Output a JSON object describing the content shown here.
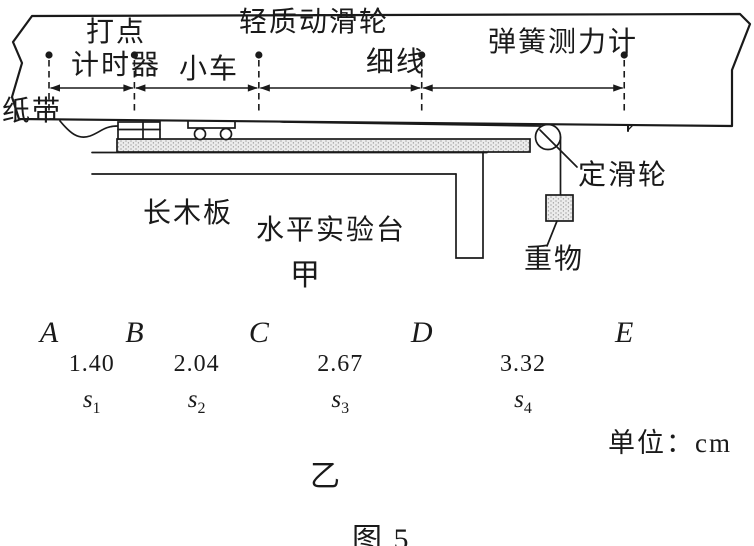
{
  "figure": {
    "caption_top": "甲",
    "caption_bottom": "乙",
    "figure_number": "图 5",
    "unit_note": "单位：cm"
  },
  "apparatus_labels": {
    "paper_tape": "纸带",
    "ticker_timer_line1": "打点",
    "ticker_timer_line2": "计时器",
    "cart": "小车",
    "movable_pulley": "轻质动滑轮",
    "thin_string": "细线",
    "spring_scale": "弹簧测力计",
    "long_board": "长木板",
    "lab_table": "水平实验台",
    "fixed_pulley": "定滑轮",
    "weight": "重物"
  },
  "tape": {
    "unit": "cm",
    "points": [
      "A",
      "B",
      "C",
      "D",
      "E"
    ],
    "segments": [
      {
        "label_base": "s",
        "label_sub": "1",
        "distance_cm": "1.40"
      },
      {
        "label_base": "s",
        "label_sub": "2",
        "distance_cm": "2.04"
      },
      {
        "label_base": "s",
        "label_sub": "3",
        "distance_cm": "2.67"
      },
      {
        "label_base": "s",
        "label_sub": "4",
        "distance_cm": "3.32"
      }
    ]
  },
  "colors": {
    "ink": "#1a1a1a",
    "paper": "#ffffff"
  }
}
